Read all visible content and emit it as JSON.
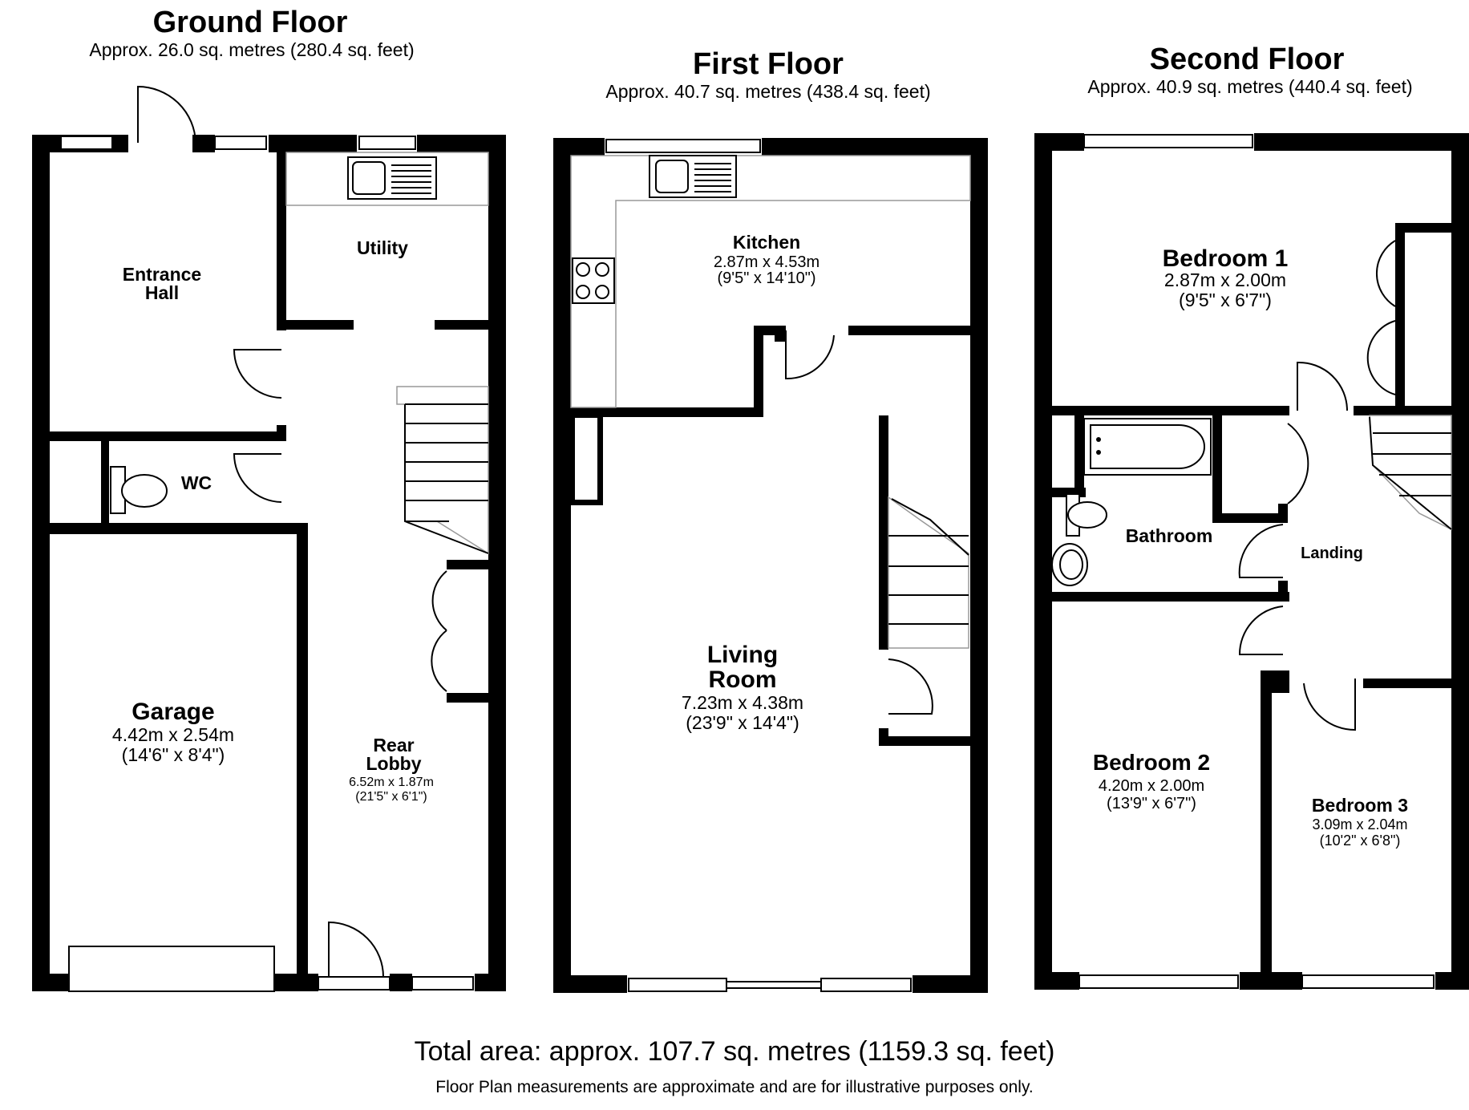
{
  "ground_floor": {
    "title": "Ground Floor",
    "area": "Approx. 26.0 sq. metres (280.4 sq. feet)",
    "rooms": {
      "entrance_hall": {
        "name_line1": "Entrance",
        "name_line2": "Hall"
      },
      "utility": {
        "name": "Utility"
      },
      "wc": {
        "name": "WC"
      },
      "garage": {
        "name": "Garage",
        "size_m": "4.42m x 2.54m",
        "size_ft": "(14'6\" x 8'4\")"
      },
      "rear_lobby": {
        "name_line1": "Rear",
        "name_line2": "Lobby",
        "size_m": "6.52m x 1.87m",
        "size_ft": "(21'5\" x 6'1\")"
      }
    }
  },
  "first_floor": {
    "title": "First Floor",
    "area": "Approx. 40.7 sq. metres (438.4 sq. feet)",
    "rooms": {
      "kitchen": {
        "name": "Kitchen",
        "size_m": "2.87m x 4.53m",
        "size_ft": "(9'5\" x 14'10\")"
      },
      "living_room": {
        "name_line1": "Living",
        "name_line2": "Room",
        "size_m": "7.23m x 4.38m",
        "size_ft": "(23'9\" x 14'4\")"
      }
    }
  },
  "second_floor": {
    "title": "Second Floor",
    "area": "Approx. 40.9 sq. metres (440.4 sq. feet)",
    "rooms": {
      "bedroom1": {
        "name": "Bedroom 1",
        "size_m": "2.87m x 2.00m",
        "size_ft": "(9'5\" x 6'7\")"
      },
      "bathroom": {
        "name": "Bathroom"
      },
      "landing": {
        "name": "Landing"
      },
      "bedroom2": {
        "name": "Bedroom 2",
        "size_m": "4.20m x 2.00m",
        "size_ft": "(13'9\" x 6'7\")"
      },
      "bedroom3": {
        "name": "Bedroom 3",
        "size_m": "3.09m x 2.04m",
        "size_ft": "(10'2\" x 6'8\")"
      }
    }
  },
  "total_area": "Total area: approx. 107.7 sq. metres (1159.3 sq. feet)",
  "disclaimer": "Floor Plan measurements are approximate and are for illustrative purposes only.",
  "colors": {
    "wall": "#000000",
    "background": "#ffffff",
    "fixture_outline": "#000000"
  }
}
